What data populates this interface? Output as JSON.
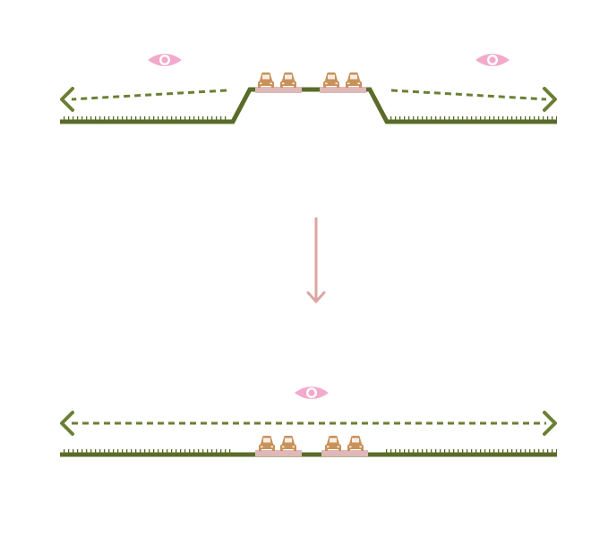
{
  "colors": {
    "ground": "#5a6b2a",
    "sightline": "#6b7f34",
    "eye": "#f2a9cc",
    "car": "#c9915a",
    "lane": "#dfb8b8",
    "transition_arrow": "#dca6a0",
    "background": "#ffffff"
  },
  "icons": {
    "viewer": "eye-icon",
    "vehicle": "car-icon",
    "transition": "arrow-down-icon"
  },
  "panels": [
    {
      "id": "before",
      "road_profile": "elevated",
      "viewers": 2,
      "sightline_connected": false,
      "lanes": [
        {
          "cars": 2
        },
        {
          "cars": 2
        }
      ]
    },
    {
      "id": "after",
      "road_profile": "at-grade",
      "viewers": 1,
      "sightline_connected": true,
      "lanes": [
        {
          "cars": 2
        },
        {
          "cars": 2
        }
      ]
    }
  ]
}
